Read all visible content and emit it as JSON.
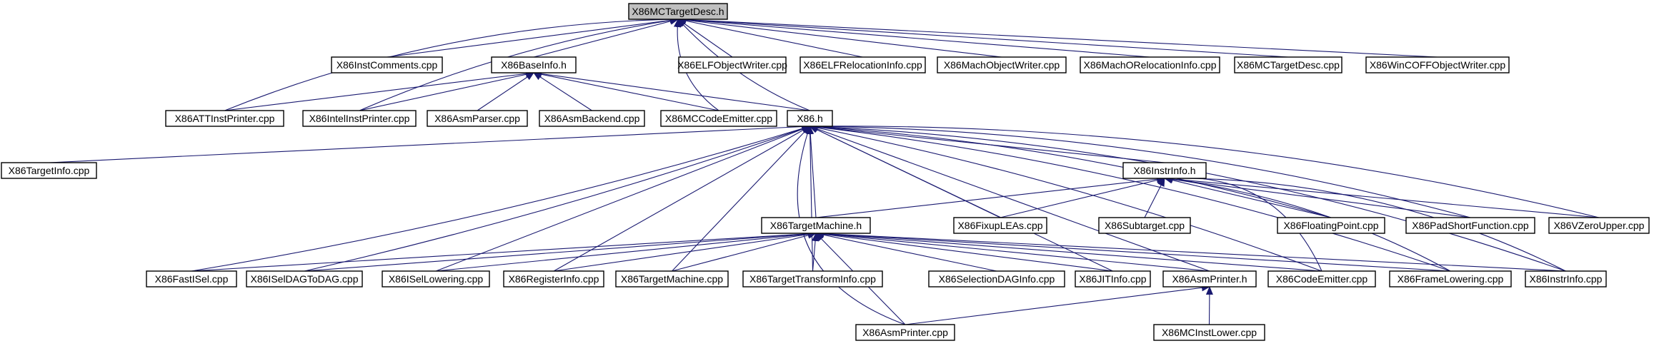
{
  "graph": {
    "root": "n0",
    "nodes": [
      {
        "id": "n0",
        "label": "X86MCTargetDesc.h"
      },
      {
        "id": "n1",
        "label": "X86InstComments.cpp"
      },
      {
        "id": "n2",
        "label": "X86BaseInfo.h"
      },
      {
        "id": "n3",
        "label": "X86ELFObjectWriter.cpp"
      },
      {
        "id": "n4",
        "label": "X86ELFRelocationInfo.cpp"
      },
      {
        "id": "n5",
        "label": "X86MachObjectWriter.cpp"
      },
      {
        "id": "n6",
        "label": "X86MachORelocationInfo.cpp"
      },
      {
        "id": "n7",
        "label": "X86MCTargetDesc.cpp"
      },
      {
        "id": "n8",
        "label": "X86WinCOFFObjectWriter.cpp"
      },
      {
        "id": "n9",
        "label": "X86ATTInstPrinter.cpp"
      },
      {
        "id": "n10",
        "label": "X86IntelInstPrinter.cpp"
      },
      {
        "id": "n11",
        "label": "X86AsmParser.cpp"
      },
      {
        "id": "n12",
        "label": "X86AsmBackend.cpp"
      },
      {
        "id": "n13",
        "label": "X86MCCodeEmitter.cpp"
      },
      {
        "id": "n14",
        "label": "X86.h"
      },
      {
        "id": "n15",
        "label": "X86TargetInfo.cpp"
      },
      {
        "id": "n16",
        "label": "X86InstrInfo.h"
      },
      {
        "id": "n17",
        "label": "X86TargetMachine.h"
      },
      {
        "id": "n18",
        "label": "X86FixupLEAs.cpp"
      },
      {
        "id": "n19",
        "label": "X86Subtarget.cpp"
      },
      {
        "id": "n20",
        "label": "X86FloatingPoint.cpp"
      },
      {
        "id": "n21",
        "label": "X86PadShortFunction.cpp"
      },
      {
        "id": "n22",
        "label": "X86VZeroUpper.cpp"
      },
      {
        "id": "n23",
        "label": "X86FastISel.cpp"
      },
      {
        "id": "n24",
        "label": "X86ISelDAGToDAG.cpp"
      },
      {
        "id": "n25",
        "label": "X86ISelLowering.cpp"
      },
      {
        "id": "n26",
        "label": "X86RegisterInfo.cpp"
      },
      {
        "id": "n27",
        "label": "X86TargetMachine.cpp"
      },
      {
        "id": "n28",
        "label": "X86TargetTransformInfo.cpp"
      },
      {
        "id": "n29",
        "label": "X86SelectionDAGInfo.cpp"
      },
      {
        "id": "n30",
        "label": "X86JITInfo.cpp"
      },
      {
        "id": "n31",
        "label": "X86AsmPrinter.h"
      },
      {
        "id": "n32",
        "label": "X86CodeEmitter.cpp"
      },
      {
        "id": "n33",
        "label": "X86FrameLowering.cpp"
      },
      {
        "id": "n34",
        "label": "X86InstrInfo.cpp"
      },
      {
        "id": "n35",
        "label": "X86AsmPrinter.cpp"
      },
      {
        "id": "n36",
        "label": "X86MCInstLower.cpp"
      }
    ],
    "edges": [
      [
        "n1",
        "n0"
      ],
      [
        "n2",
        "n0"
      ],
      [
        "n3",
        "n0"
      ],
      [
        "n4",
        "n0"
      ],
      [
        "n5",
        "n0"
      ],
      [
        "n6",
        "n0"
      ],
      [
        "n7",
        "n0"
      ],
      [
        "n8",
        "n0"
      ],
      [
        "n9",
        "n0"
      ],
      [
        "n10",
        "n0"
      ],
      [
        "n13",
        "n0"
      ],
      [
        "n14",
        "n0"
      ],
      [
        "n9",
        "n2"
      ],
      [
        "n10",
        "n2"
      ],
      [
        "n11",
        "n2"
      ],
      [
        "n12",
        "n2"
      ],
      [
        "n13",
        "n2"
      ],
      [
        "n14",
        "n2"
      ],
      [
        "n15",
        "n14"
      ],
      [
        "n16",
        "n14"
      ],
      [
        "n17",
        "n14"
      ],
      [
        "n18",
        "n14"
      ],
      [
        "n20",
        "n14"
      ],
      [
        "n21",
        "n14"
      ],
      [
        "n22",
        "n14"
      ],
      [
        "n23",
        "n14"
      ],
      [
        "n24",
        "n14"
      ],
      [
        "n25",
        "n14"
      ],
      [
        "n26",
        "n14"
      ],
      [
        "n27",
        "n14"
      ],
      [
        "n28",
        "n14"
      ],
      [
        "n30",
        "n14"
      ],
      [
        "n31",
        "n14"
      ],
      [
        "n32",
        "n14"
      ],
      [
        "n33",
        "n14"
      ],
      [
        "n34",
        "n14"
      ],
      [
        "n35",
        "n14"
      ],
      [
        "n17",
        "n16"
      ],
      [
        "n18",
        "n16"
      ],
      [
        "n19",
        "n16"
      ],
      [
        "n20",
        "n16"
      ],
      [
        "n21",
        "n16"
      ],
      [
        "n22",
        "n16"
      ],
      [
        "n32",
        "n16"
      ],
      [
        "n33",
        "n16"
      ],
      [
        "n34",
        "n16"
      ],
      [
        "n23",
        "n17"
      ],
      [
        "n24",
        "n17"
      ],
      [
        "n25",
        "n17"
      ],
      [
        "n26",
        "n17"
      ],
      [
        "n27",
        "n17"
      ],
      [
        "n28",
        "n17"
      ],
      [
        "n29",
        "n17"
      ],
      [
        "n30",
        "n17"
      ],
      [
        "n31",
        "n17"
      ],
      [
        "n32",
        "n17"
      ],
      [
        "n33",
        "n17"
      ],
      [
        "n34",
        "n17"
      ],
      [
        "n35",
        "n17"
      ],
      [
        "n35",
        "n31"
      ],
      [
        "n36",
        "n31"
      ]
    ]
  }
}
